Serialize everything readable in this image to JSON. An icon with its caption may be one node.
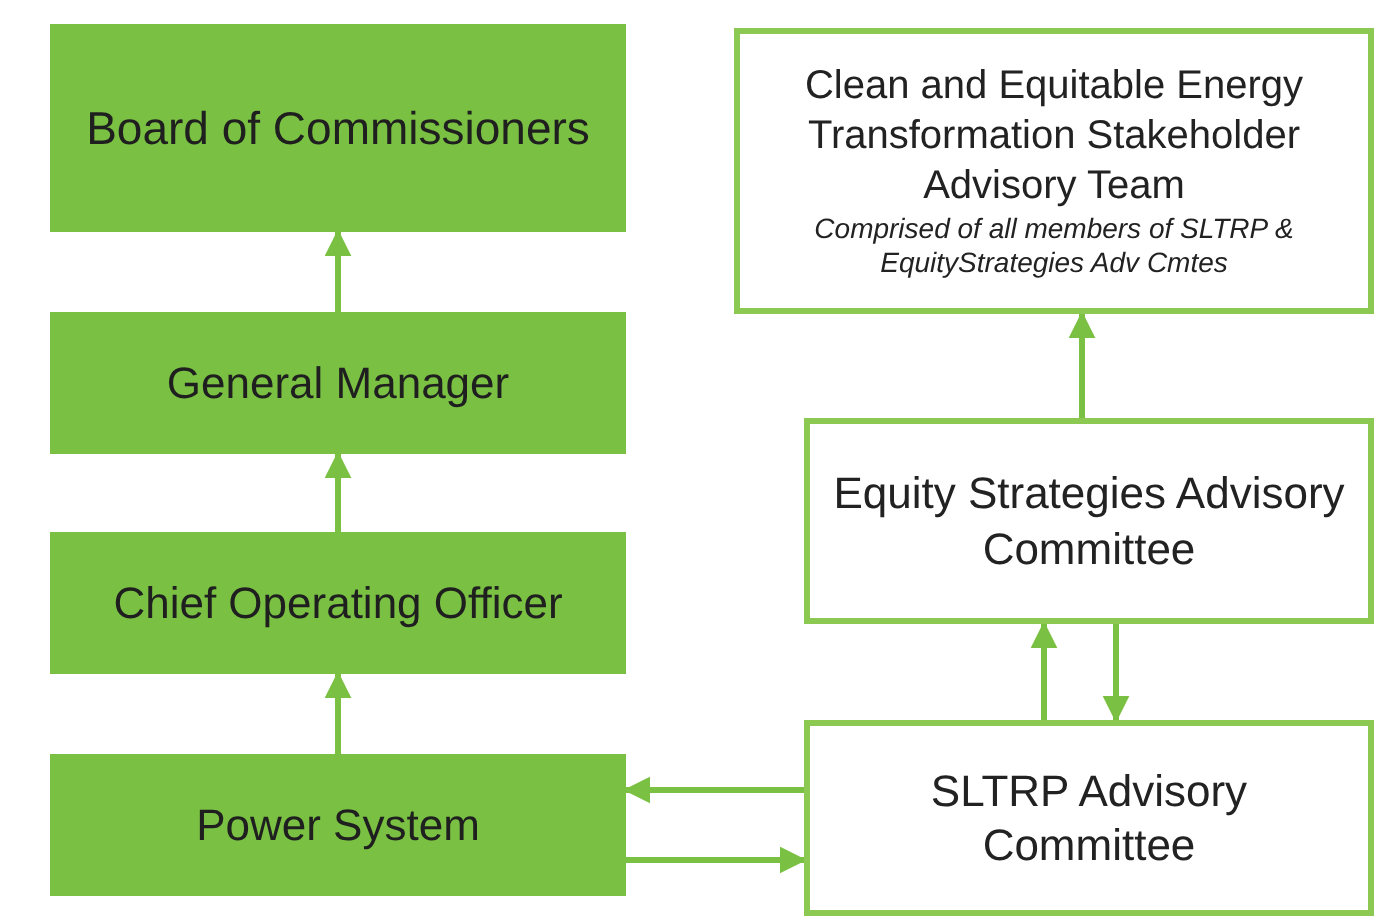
{
  "diagram": {
    "nodes": [
      {
        "text": [
          "Board of Commissioners"
        ]
      },
      {
        "text": [
          "General Manager"
        ]
      },
      {
        "text": [
          "Chief Operating Officer"
        ]
      },
      {
        "text": [
          "Power System"
        ]
      },
      {
        "text": [
          "Clean and Equitable Energy Transformation Stakeholder Advisory Team",
          "Comprised of all members of SLTRP & EquityStrategies Adv Cmtes"
        ]
      },
      {
        "text": [
          "Equity Strategies Advisory Committee"
        ]
      },
      {
        "text": [
          "SLTRP Advisory Committee"
        ]
      }
    ],
    "edges": [
      {
        "from": 1,
        "to": 0,
        "arrow": "to"
      },
      {
        "from": 2,
        "to": 1,
        "arrow": "to"
      },
      {
        "from": 3,
        "to": 2,
        "arrow": "to"
      },
      {
        "from": 5,
        "to": 4,
        "arrow": "to"
      },
      {
        "from": 6,
        "to": 5,
        "arrow": "to"
      },
      {
        "from": 5,
        "to": 6,
        "arrow": "to"
      },
      {
        "from": 6,
        "to": 3,
        "arrow": "to"
      },
      {
        "from": 3,
        "to": 6,
        "arrow": "to"
      }
    ]
  }
}
